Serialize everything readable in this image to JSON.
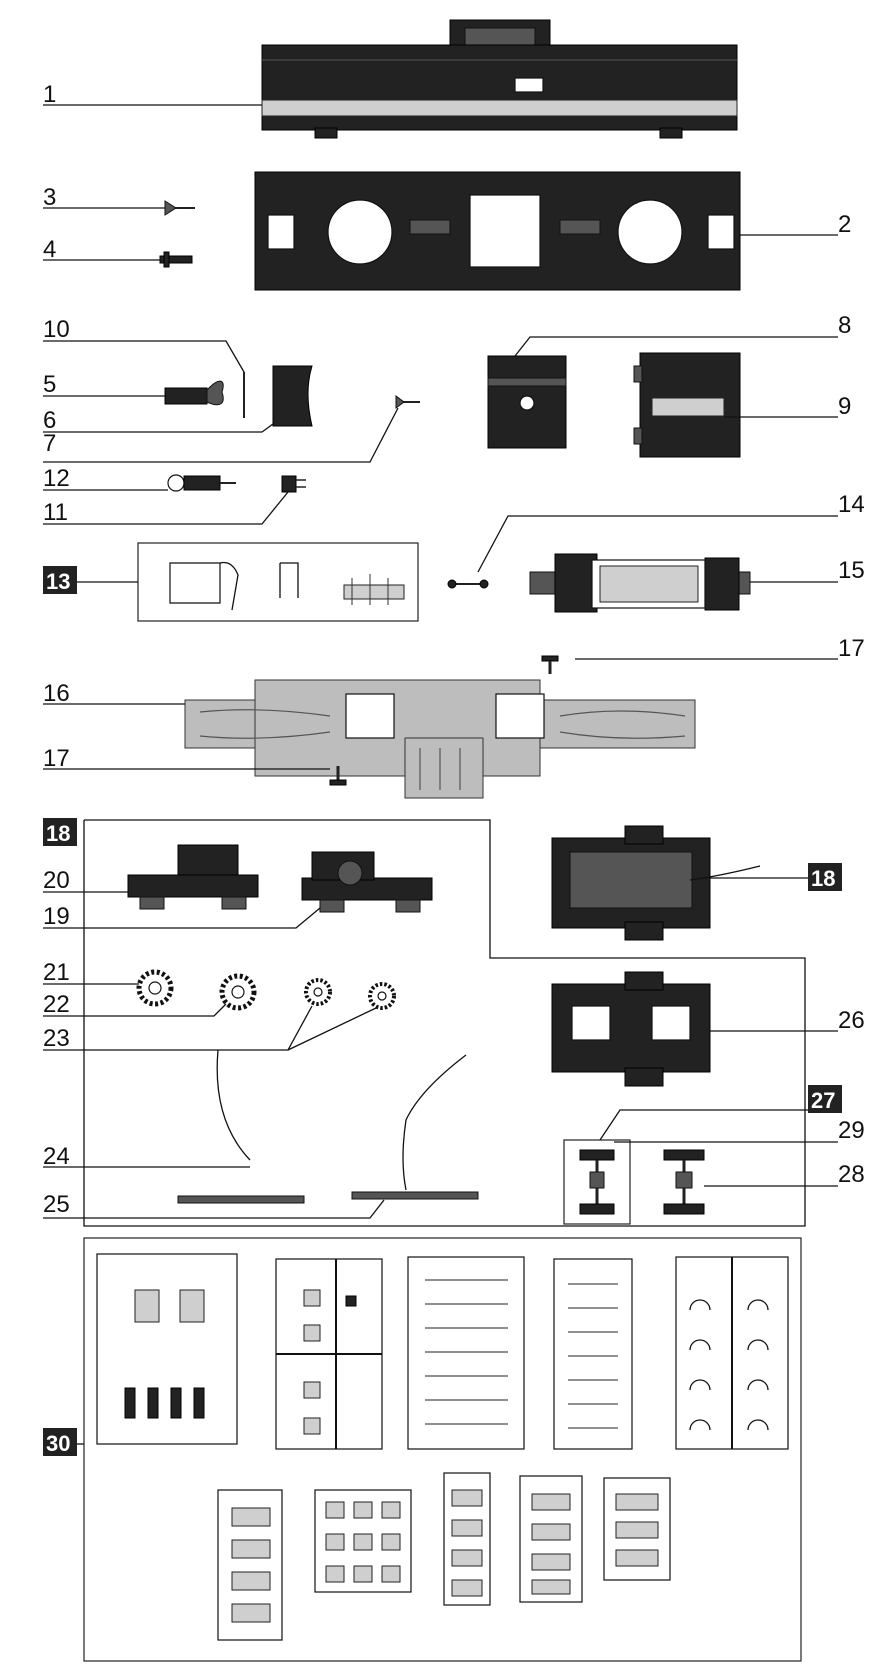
{
  "parts": {
    "p1": "1",
    "p2": "2",
    "p3": "3",
    "p4": "4",
    "p5": "5",
    "p6": "6",
    "p7": "7",
    "p8": "8",
    "p9": "9",
    "p10": "10",
    "p11": "11",
    "p12": "12",
    "p13": "13",
    "p14": "14",
    "p15": "15",
    "p16": "16",
    "p17a": "17",
    "p17b": "17",
    "p18a": "18",
    "p18b": "18",
    "p19": "19",
    "p20": "20",
    "p21": "21",
    "p22": "22",
    "p23": "23",
    "p24": "24",
    "p25": "25",
    "p26": "26",
    "p27": "27",
    "p28": "28",
    "p29": "29",
    "p30": "30"
  }
}
